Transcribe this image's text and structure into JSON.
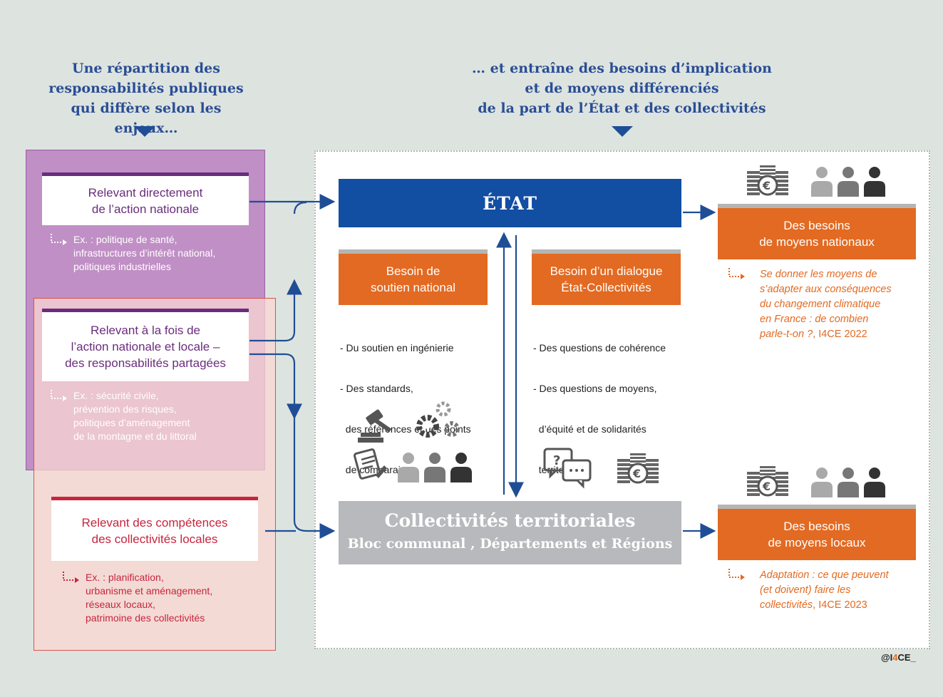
{
  "left_heading": [
    "Une répartition des",
    "responsabilités publiques",
    "qui diffère selon les enjeux…"
  ],
  "right_heading": [
    "… et entraîne des besoins d’implication",
    "et de moyens différenciés",
    "de la part de l’État et des collectivités"
  ],
  "cards": {
    "national": {
      "line1": "Relevant directement",
      "line2": "de l’action nationale",
      "example": [
        "Ex. : politique de santé,",
        "infrastructures d’intérêt national,",
        "politiques industrielles"
      ]
    },
    "shared": {
      "line1": "Relevant à la fois de",
      "line2": "l’action nationale et locale –",
      "line3": "des responsabilités partagées",
      "example": [
        "Ex. : sécurité civile,",
        "prévention des risques,",
        "politiques d’aménagement",
        "de la montagne et du littoral"
      ]
    },
    "local": {
      "line1": "Relevant des compétences",
      "line2": "des collectivités locales",
      "example": [
        "Ex. : planification,",
        "urbanisme et aménagement,",
        "réseaux locaux,",
        "patrimoine des collectivités"
      ]
    }
  },
  "etat": {
    "label": "ÉTAT"
  },
  "collectivites": {
    "title": "Collectivités territoriales",
    "subtitle": "Bloc communal , Départements et Régions"
  },
  "soutien": {
    "line1": "Besoin de",
    "line2": "soutien national",
    "items": [
      "- Du soutien en ingénierie",
      "- Des standards,",
      "  des références et des points",
      "  de comparaison"
    ]
  },
  "dialogue": {
    "line1": "Besoin d’un dialogue",
    "line2": "État-Collectivités",
    "items": [
      "- Des questions de cohérence",
      "- Des questions de moyens,",
      "  d’équité et de solidarités",
      "  territoriales"
    ]
  },
  "moyens_nationaux": {
    "line1": "Des besoins",
    "line2": "de moyens nationaux",
    "ref_italic": [
      "Se donner les moyens de",
      "s’adapter aux conséquences",
      "du changement climatique",
      "en France : de combien"
    ],
    "ref_last_italic": "parle-t-on ?",
    "ref_last_plain": ", I4CE 2022"
  },
  "moyens_locaux": {
    "line1": "Des besoins",
    "line2": "de moyens locaux",
    "ref_italic": [
      "Adaptation : ce que peuvent",
      "(et doivent) faire les"
    ],
    "ref_last_italic": "collectivités",
    "ref_last_plain": ", I4CE 2023"
  },
  "credit": {
    "prefix": "@I",
    "accent": "4",
    "suffix": "CE_"
  },
  "colors": {
    "blue": "#124ea1",
    "purple": "#6a2d7d",
    "red": "#c7253e",
    "orange": "#e26a22",
    "grey": "#b8b9bc"
  },
  "icons": [
    "gavel-icon",
    "gears-icon",
    "document-pen-icon",
    "people-icon",
    "dialogue-bubbles-icon",
    "euro-coins-icon"
  ]
}
